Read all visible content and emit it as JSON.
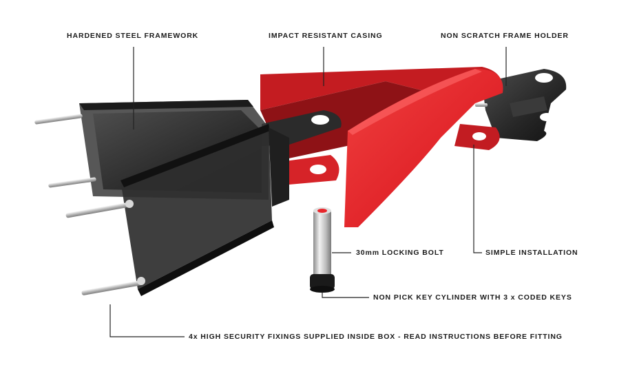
{
  "callouts": {
    "steel_framework": "HARDENED STEEL FRAMEWORK",
    "impact_casing": "IMPACT RESISTANT CASING",
    "frame_holder": "NON SCRATCH FRAME HOLDER",
    "locking_bolt": "30mm LOCKING BOLT",
    "simple_install": "SIMPLE INSTALLATION",
    "key_cylinder": "NON PICK KEY CYLINDER WITH 3 x CODED KEYS",
    "fixings": "4x HIGH SECURITY FIXINGS SUPPLIED INSIDE BOX - READ INSTRUCTIONS BEFORE FITTING"
  },
  "colors": {
    "casing_red": "#e8262b",
    "casing_red_dark": "#a81418",
    "frame_black": "#2a2a2a",
    "frame_black_light": "#4a4a4a",
    "steel": "#c9c9c9",
    "leader_line": "#222222"
  }
}
